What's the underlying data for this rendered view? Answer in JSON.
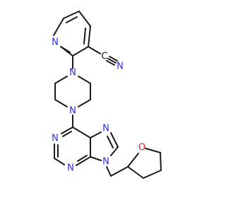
{
  "molecule": {
    "atom_colors": {
      "N": "#2a2ae0",
      "O": "#e02020",
      "C": "#1a1a1a"
    },
    "labels": {
      "pyridine_n": "N",
      "nitrile_c": "C",
      "nitrile_n": "N",
      "piperazine_n_top": "N",
      "piperazine_n_bottom": "N",
      "purine_n1": "N",
      "purine_n3": "N",
      "purine_n7": "N",
      "purine_n9": "N",
      "thf_o": "O"
    }
  }
}
